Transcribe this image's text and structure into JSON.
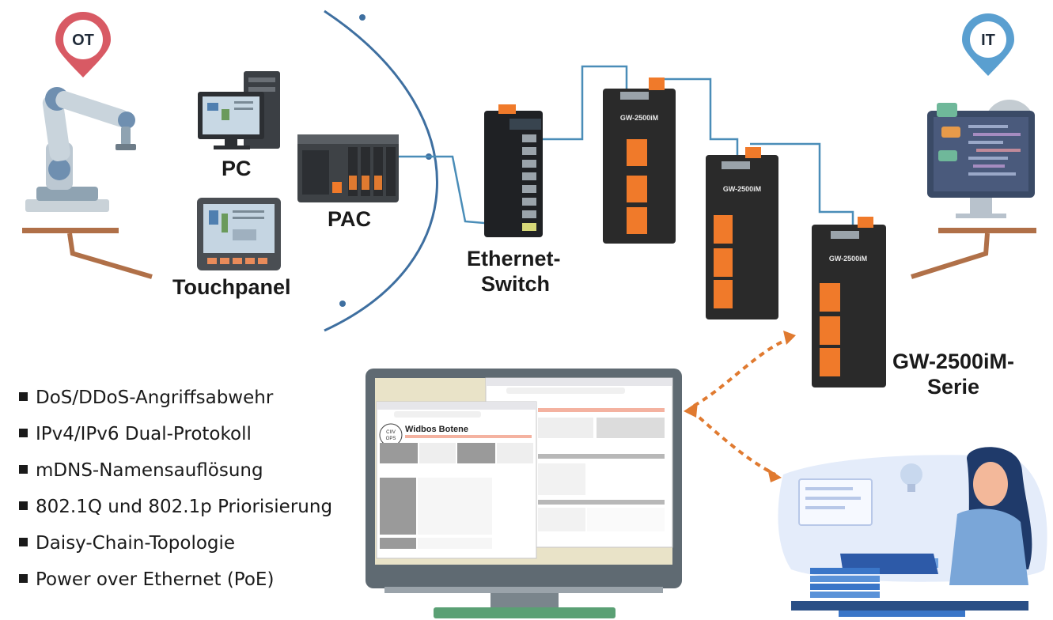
{
  "pins": {
    "ot": "OT",
    "it": "IT"
  },
  "labels": {
    "pc": "PC",
    "pac": "PAC",
    "touchpanel": "Touchpanel",
    "switch_line1": "Ethernet-",
    "switch_line2": "Switch",
    "series_line1": "GW-2500iM-",
    "series_line2": "Serie"
  },
  "devices": [
    "GW-2500iM",
    "GW-2500iM",
    "GW-2500iM"
  ],
  "features": [
    "DoS/DDoS-Angriffsabwehr",
    "IPv4/IPv6 Dual-Protokoll",
    "mDNS-Namensauflösung",
    "802.1Q und 802.1p Priorisierung",
    "Daisy-Chain-Topologie",
    "Power over Ethernet (PoE)"
  ],
  "browser": {
    "title": "Widbos Botene",
    "logo_line1": "CIIV",
    "logo_line2": "OPS"
  },
  "colors": {
    "cable": "#4a8db8",
    "arrow": "#e07a30",
    "terminal": "#f07a2a",
    "device": "#2a2a2a",
    "monitor": "#5f6a72"
  }
}
